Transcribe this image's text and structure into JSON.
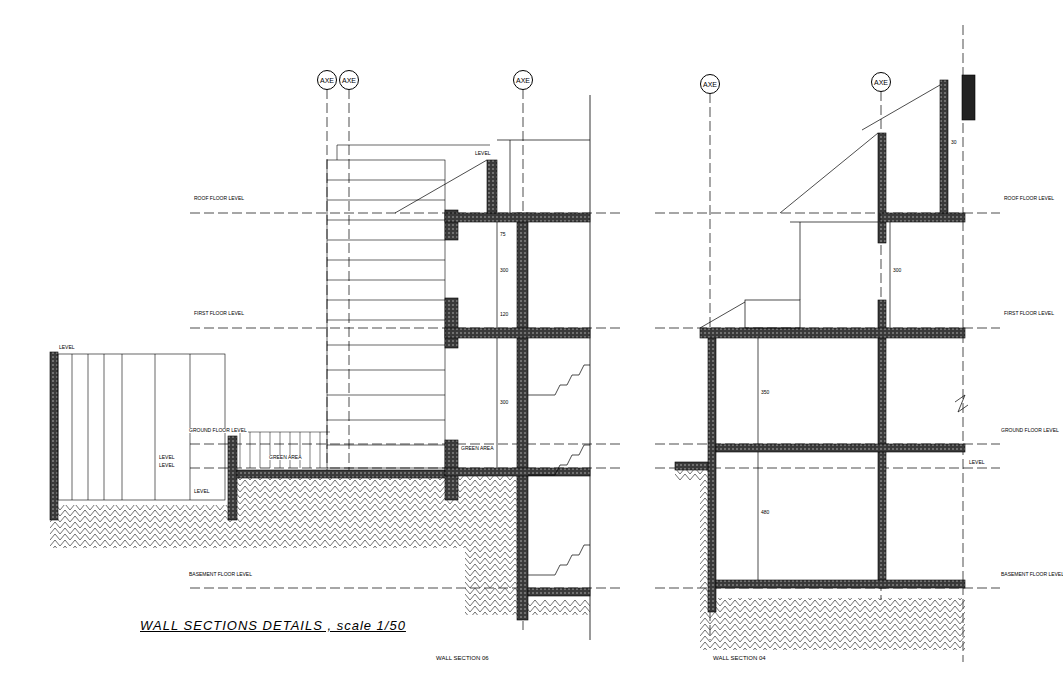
{
  "diagram": {
    "title": "WALL SECTIONS DETAILS , scale 1/50",
    "nodes": [
      {
        "text": [
          "AXE"
        ]
      },
      {
        "text": [
          "AXE"
        ]
      },
      {
        "text": [
          "AXE"
        ]
      },
      {
        "text": [
          "AXE"
        ]
      },
      {
        "text": [
          "AXE"
        ]
      }
    ],
    "edges": [],
    "labels": [
      "ROOF FLOOR LEVEL",
      "FIRST FLOOR LEVEL",
      "GROUND FLOOR LEVEL",
      "LEVEL",
      "LEVEL",
      "LEVEL",
      "BASEMENT FLOOR LEVEL",
      "LEVEL",
      "GREEN AREA",
      "GREEN AREA",
      "LEVEL",
      "ROOF FLOOR LEVEL",
      "FIRST FLOOR LEVEL",
      "GROUND FLOOR LEVEL",
      "LEVEL",
      "BASEMENT FLOOR LEVEL",
      "WALL SECTION 06",
      "WALL SECTION 04",
      "75",
      "300",
      "120",
      "300",
      "350",
      "480",
      "300",
      "30"
    ]
  }
}
